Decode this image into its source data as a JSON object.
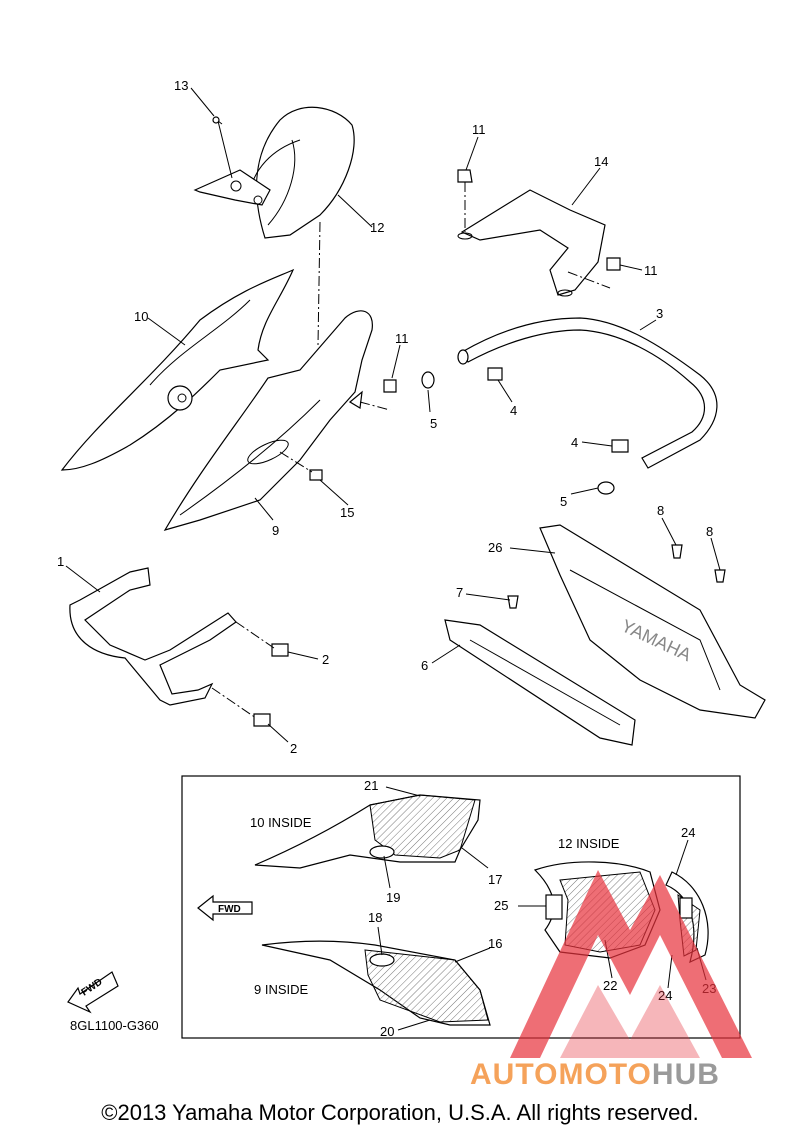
{
  "callouts": {
    "c1": "1",
    "c2a": "2",
    "c2b": "2",
    "c3": "3",
    "c4a": "4",
    "c4b": "4",
    "c5a": "5",
    "c5b": "5",
    "c6": "6",
    "c7": "7",
    "c8a": "8",
    "c8b": "8",
    "c9": "9",
    "c10": "10",
    "c11a": "11",
    "c11b": "11",
    "c11c": "11",
    "c12": "12",
    "c13": "13",
    "c14": "14",
    "c15": "15",
    "c16": "16",
    "c17": "17",
    "c18": "18",
    "c19": "19",
    "c20": "20",
    "c21": "21",
    "c22": "22",
    "c23": "23",
    "c24a": "24",
    "c24b": "24",
    "c25": "25",
    "c26": "26"
  },
  "inset": {
    "label_10_inside": "10 INSIDE",
    "label_9_inside": "9 INSIDE",
    "label_12_inside": "12 INSIDE",
    "fwd_arrow": "FWD"
  },
  "emblem_text": "YAMAHA",
  "fwd_badge": "FWD",
  "diagram_code": "8GL1100-G360",
  "copyright": "©2013 Yamaha Motor Corporation, U.S.A. All rights reserved.",
  "watermark": {
    "part1": "AUTOMOTO",
    "part2": "HUB"
  },
  "colors": {
    "watermark_red": "#e8323c",
    "watermark_orange": "#f5a25a",
    "watermark_gray": "#9a9a9a"
  }
}
